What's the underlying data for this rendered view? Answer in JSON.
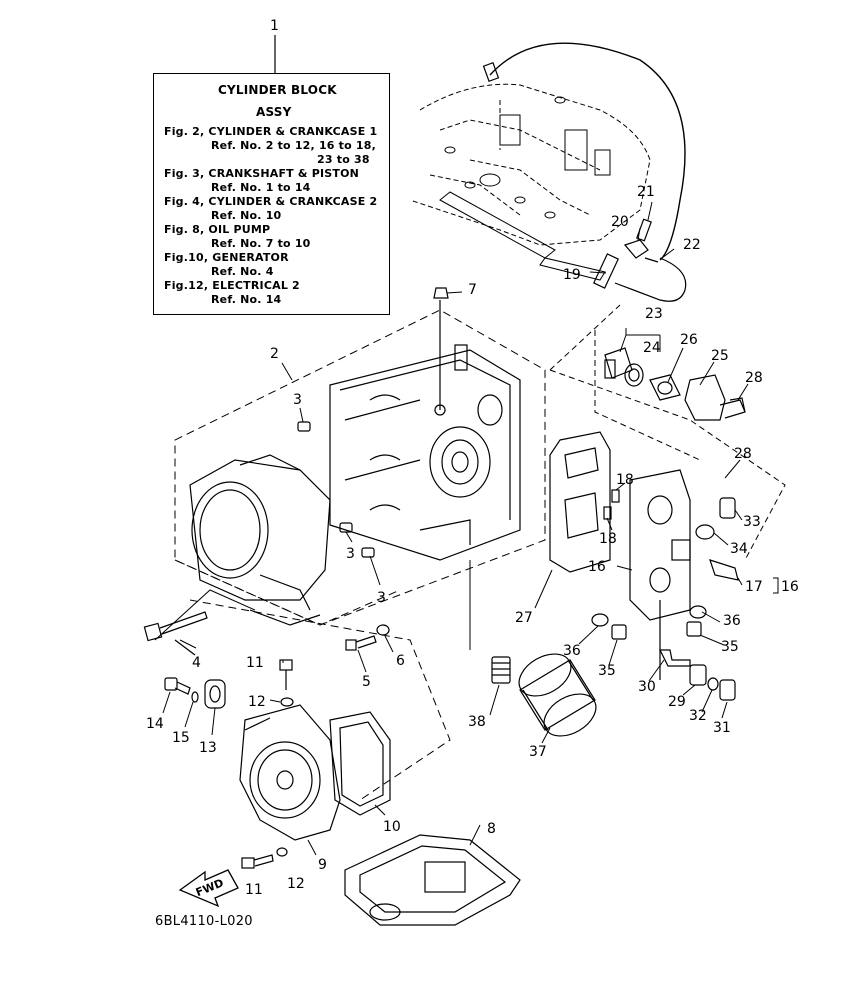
{
  "info_box": {
    "title": "CYLINDER BLOCK",
    "subtitle": "ASSY",
    "lines": [
      "Fig. 2, CYLINDER & CRANKCASE 1",
      "Ref. No. 2 to 12, 16 to 18,",
      "23 to 38",
      "Fig. 3, CRANKSHAFT & PISTON",
      "Ref. No. 1 to 14",
      "Fig. 4, CYLINDER & CRANKCASE 2",
      "Ref. No. 10",
      "Fig. 8, OIL PUMP",
      "Ref. No. 7 to 10",
      "Fig.10, GENERATOR",
      "Ref. No. 4",
      "Fig.12, ELECTRICAL 2",
      "Ref. No. 14"
    ]
  },
  "callouts": {
    "c1": "1",
    "c2": "2",
    "c3a": "3",
    "c3b": "3",
    "c3c": "3",
    "c4": "4",
    "c5": "5",
    "c6": "6",
    "c7": "7",
    "c8": "8",
    "c9": "9",
    "c10": "10",
    "c11a": "11",
    "c11b": "11",
    "c12a": "12",
    "c12b": "12",
    "c13": "13",
    "c14": "14",
    "c15": "15",
    "c16a": "16",
    "c16b": "16",
    "c17": "17",
    "c18a": "18",
    "c18b": "18",
    "c19": "19",
    "c20": "20",
    "c21": "21",
    "c22": "22",
    "c23": "23",
    "c24": "24",
    "c25": "25",
    "c26": "26",
    "c27": "27",
    "c28a": "28",
    "c28b": "28",
    "c29": "29",
    "c30": "30",
    "c31": "31",
    "c32": "32",
    "c33": "33",
    "c34": "34",
    "c35a": "35",
    "c35b": "35",
    "c36a": "36",
    "c36b": "36",
    "c37": "37",
    "c38": "38"
  },
  "fwd_label": "FWD",
  "diagram_code": "6BL4110-L020"
}
